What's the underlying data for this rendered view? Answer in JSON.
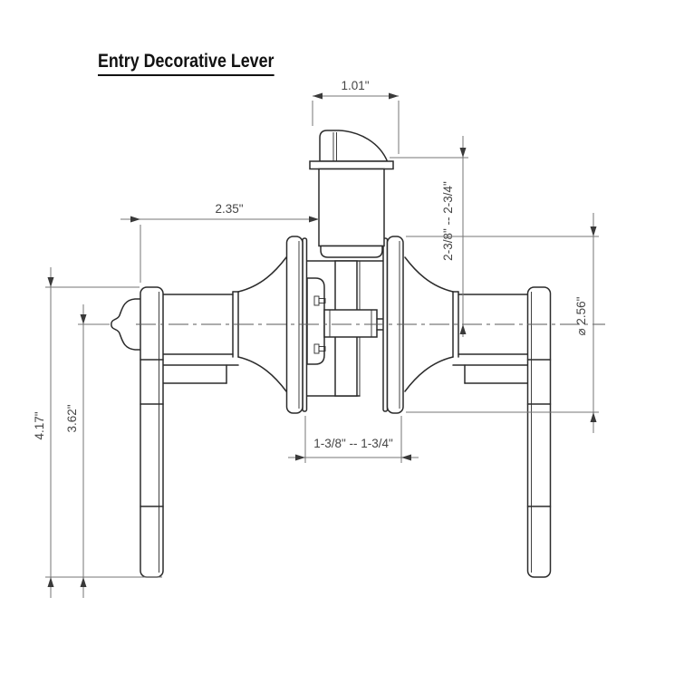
{
  "title": "Entry Decorative Lever",
  "colors": {
    "background": "#ffffff",
    "geometry_line": "#2b2b2b",
    "dimension_line": "#767676",
    "dimension_text": "#454545"
  },
  "dimensions": {
    "bolt_width": "1.01\"",
    "lever_to_latch": "2.35\"",
    "backset_range": "2-3/8\" -- 2-3/4\"",
    "rose_diameter": "⌀ 2.56\"",
    "overall_height": "4.17\"",
    "lever_height": "3.62\"",
    "door_thickness_range": "1-3/8\" -- 1-3/4\""
  }
}
